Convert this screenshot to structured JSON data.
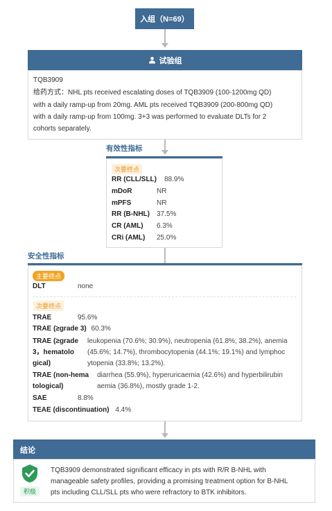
{
  "enrollment": {
    "label": "入组（N=69）"
  },
  "arm": {
    "header": "试验组",
    "drug": "TQB3909",
    "dosing_prefix": "给药方式：",
    "dosing_lines": [
      "NHL pts received escalating doses of TQB3909 (100-1200mg QD)",
      "with a daily ramp-up from 20mg. AML pts received TQB3909 (200-800mg QD)",
      "with a daily ramp-up from 100mg. 3+3 was performed to evaluate DLTs for 2",
      "cohorts separately."
    ]
  },
  "efficacy": {
    "label": "有效性指标",
    "tag": "次要终点",
    "rows": [
      {
        "k": "RR (CLL/SLL)",
        "v": "88.9%"
      },
      {
        "k": "mDoR",
        "v": "NR"
      },
      {
        "k": "mPFS",
        "v": "NR"
      },
      {
        "k": "RR (B-NHL)",
        "v": "37.5%"
      },
      {
        "k": "CR (AML)",
        "v": "6.3%"
      },
      {
        "k": "CRi (AML)",
        "v": "25.0%"
      }
    ]
  },
  "safety": {
    "label": "安全性指标",
    "primary_tag": "主要终点",
    "dlt": {
      "k": "DLT",
      "v": "none"
    },
    "secondary_tag": "次要终点",
    "rows_simple": [
      {
        "k": "TRAE",
        "v": "95.6%"
      },
      {
        "k": "TRAE (≥grade 3)",
        "v": "60.3%"
      }
    ],
    "trae_heme": {
      "k_lines": [
        "TRAE (≥grade",
        "3，hematolo",
        "gical)"
      ],
      "v_lines": [
        "leukopenia (70.6%; 30.9%), neutropenia (61.8%; 38.2%), anemia",
        "(45.6%; 14.7%), thrombocytopenia (44.1%; 19.1%) and lymphoc",
        "ytopenia (33.8%; 13.2%)."
      ]
    },
    "trae_nonheme": {
      "k_lines": [
        "TRAE (non-hema",
        "tological)"
      ],
      "v_lines": [
        "diarrhea (55.9%), hyperuricaemia (42.6%) and hyperbilirubin",
        "aemia (36.8%), mostly grade 1-2."
      ]
    },
    "rows_tail": [
      {
        "k": "SAE",
        "v": "8.8%"
      },
      {
        "k": "TEAE (discontinuation)",
        "v": "4.4%"
      }
    ]
  },
  "conclusion": {
    "header": "结论",
    "badge": "积极",
    "lines": [
      "TQB3909 demonstrated significant efficacy in pts with R/R B-NHL with",
      "manageable safety profiles, providing a promising treatment option for B-NHL",
      "pts including CLL/SLL pts who were refractory to BTK inhibitors."
    ]
  },
  "colors": {
    "primary": "#3f6b94",
    "tag": "#f0a522",
    "badge_green": "#2e9a55",
    "connector": "#b9b9b9"
  }
}
